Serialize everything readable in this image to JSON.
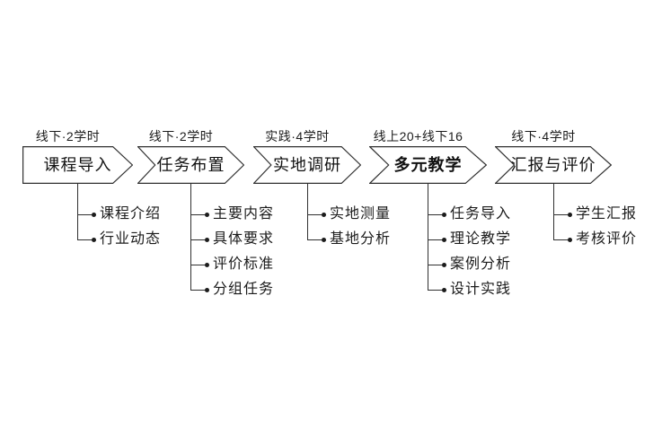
{
  "colors": {
    "line": "#303030",
    "text": "#1c1c1c",
    "shape_fill": "#ffffff"
  },
  "steps": [
    {
      "hours": "线下·2学时",
      "title": "课程导入",
      "emphasis": false,
      "items": [
        "课程介绍",
        "行业动态"
      ]
    },
    {
      "hours": "线下·2学时",
      "title": "任务布置",
      "emphasis": false,
      "items": [
        "主要内容",
        "具体要求",
        "评价标准",
        "分组任务"
      ]
    },
    {
      "hours": "实践·4学时",
      "title": "实地调研",
      "emphasis": false,
      "items": [
        "实地测量",
        "基地分析"
      ]
    },
    {
      "hours": "线上20+线下16",
      "title": "多元教学",
      "emphasis": true,
      "items": [
        "任务导入",
        "理论教学",
        "案例分析",
        "设计实践"
      ]
    },
    {
      "hours": "线下·4学时",
      "title": "汇报与评价",
      "emphasis": false,
      "items": [
        "学生汇报",
        "考核评价"
      ]
    }
  ]
}
